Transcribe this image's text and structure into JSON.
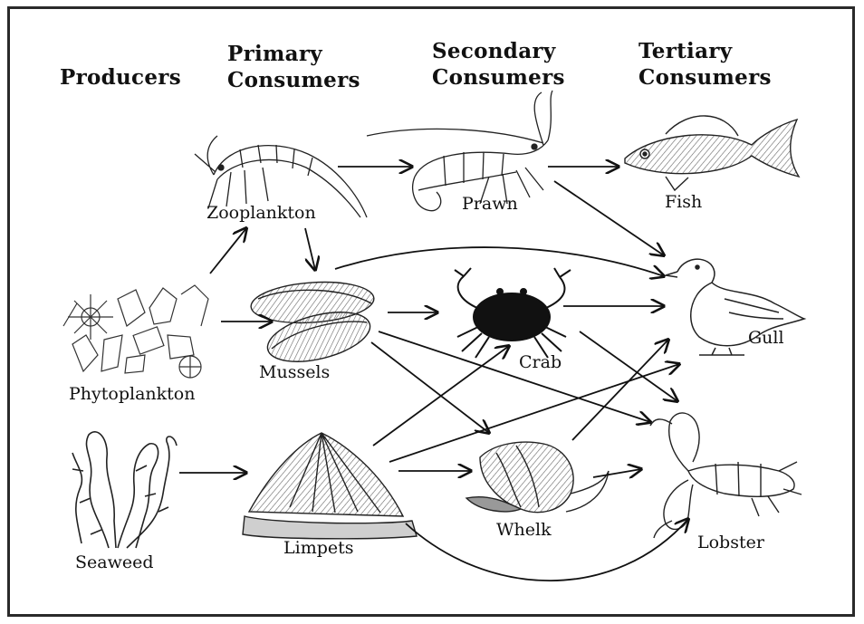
{
  "headers": {
    "producers": "Producers",
    "primary": [
      "Primary",
      "Consumers"
    ],
    "secondary": [
      "Secondary",
      "Consumers"
    ],
    "tertiary": [
      "Tertiary",
      "Consumers"
    ]
  },
  "organisms": {
    "zooplankton": "Zooplankton",
    "phytoplankton": "Phytoplankton",
    "mussels": "Mussels",
    "seaweed": "Seaweed",
    "limpets": "Limpets",
    "prawn": "Prawn",
    "crab": "Crab",
    "whelk": "Whelk",
    "fish": "Fish",
    "gull": "Gull",
    "lobster": "Lobster"
  },
  "links": [
    [
      "phytoplankton",
      "zooplankton"
    ],
    [
      "phytoplankton",
      "mussels"
    ],
    [
      "seaweed",
      "limpets"
    ],
    [
      "zooplankton",
      "mussels"
    ],
    [
      "zooplankton",
      "prawn"
    ],
    [
      "prawn",
      "fish"
    ],
    [
      "prawn",
      "gull"
    ],
    [
      "mussels",
      "gull"
    ],
    [
      "mussels",
      "crab"
    ],
    [
      "mussels",
      "whelk"
    ],
    [
      "mussels",
      "lobster"
    ],
    [
      "limpets",
      "crab"
    ],
    [
      "limpets",
      "gull"
    ],
    [
      "limpets",
      "whelk"
    ],
    [
      "limpets",
      "lobster"
    ],
    [
      "crab",
      "gull"
    ],
    [
      "crab",
      "lobster"
    ],
    [
      "whelk",
      "gull"
    ],
    [
      "whelk",
      "lobster"
    ]
  ]
}
